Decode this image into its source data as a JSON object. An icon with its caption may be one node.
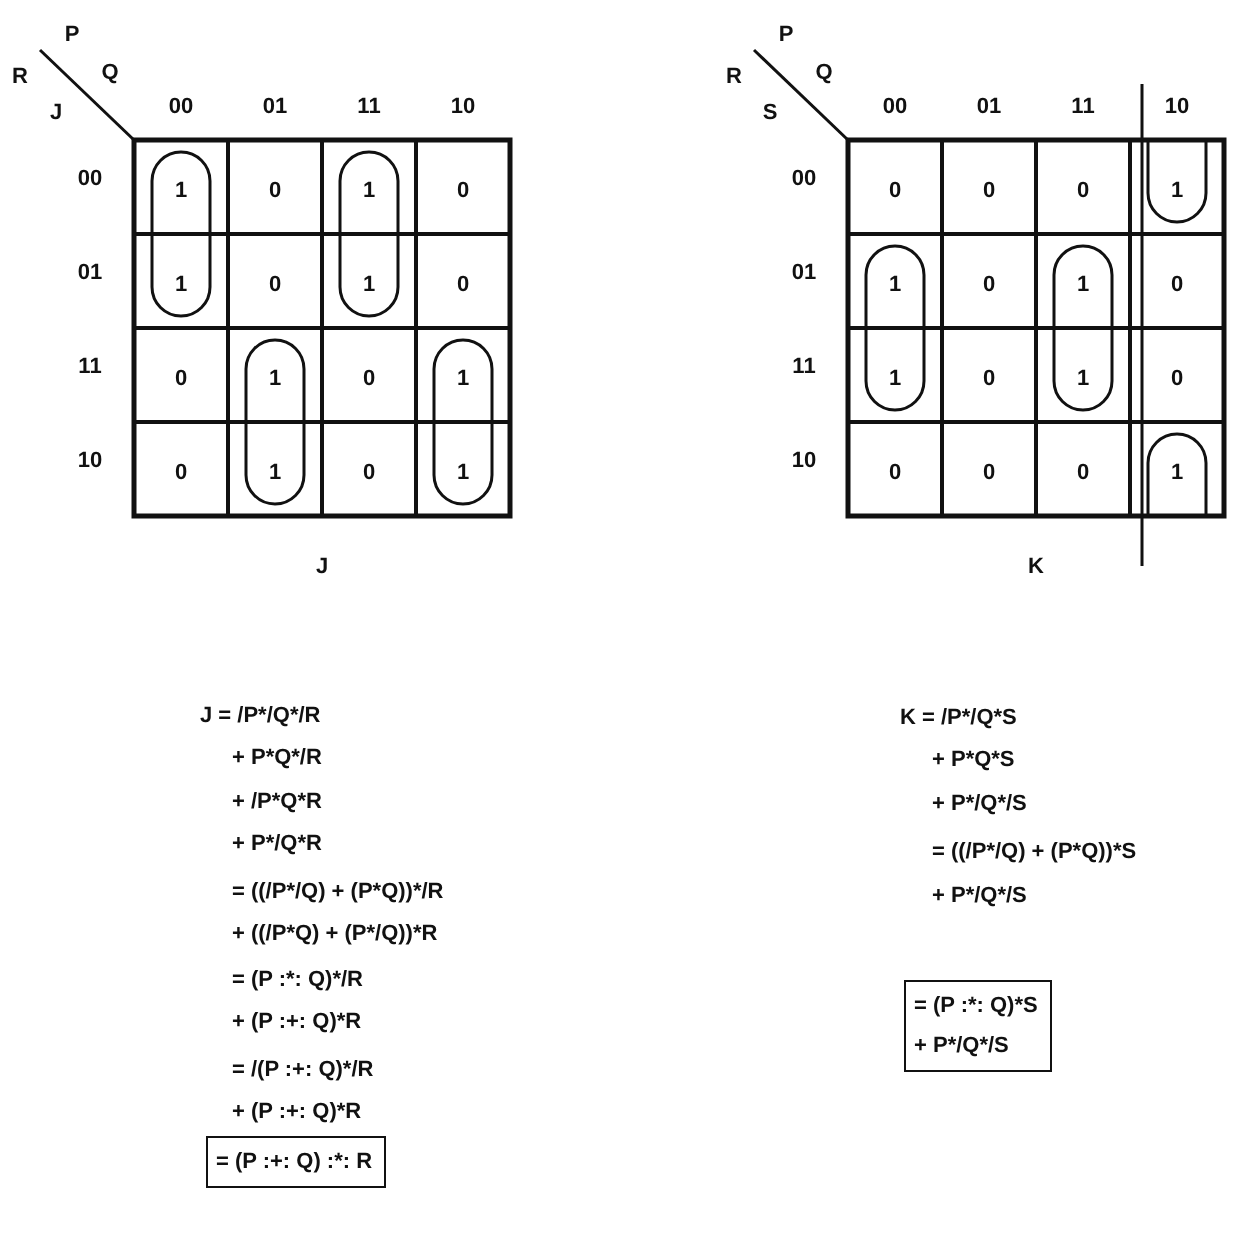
{
  "diagram": {
    "nodes": [
      {
        "text": [
          "= (P :+: Q) :*: R"
        ]
      },
      {
        "text": [
          "= (P :*: Q)*S",
          "+ P*/Q*/S"
        ]
      }
    ],
    "labels": [
      "P",
      "R",
      "Q",
      "J",
      "00",
      "01",
      "11",
      "10",
      "00",
      "1",
      "0",
      "1",
      "0",
      "01",
      "1",
      "0",
      "1",
      "0",
      "11",
      "0",
      "1",
      "0",
      "1",
      "10",
      "0",
      "1",
      "0",
      "1",
      "J",
      "P",
      "R",
      "Q",
      "S",
      "00",
      "01",
      "11",
      "10",
      "00",
      "0",
      "0",
      "0",
      "1",
      "01",
      "1",
      "0",
      "1",
      "0",
      "11",
      "1",
      "0",
      "1",
      "0",
      "10",
      "0",
      "0",
      "0",
      "1",
      "K",
      "J = /P*/Q*/R",
      "+ P*Q*/R",
      "+ /P*Q*R",
      "+ P*/Q*R",
      "= ((/P*/Q) + (P*Q))*/R",
      "+ ((/P*Q) + (P*/Q))*R",
      "= (P :*: Q)*/R",
      "+ (P :+: Q)*R",
      "= /(P :+: Q)*/R",
      "+ (P :+: Q)*R",
      "K = /P*/Q*S",
      "+ P*Q*S",
      "+ P*/Q*/S",
      "= ((/P*/Q) + (P*Q))*S",
      "+ P*/Q*/S"
    ]
  }
}
